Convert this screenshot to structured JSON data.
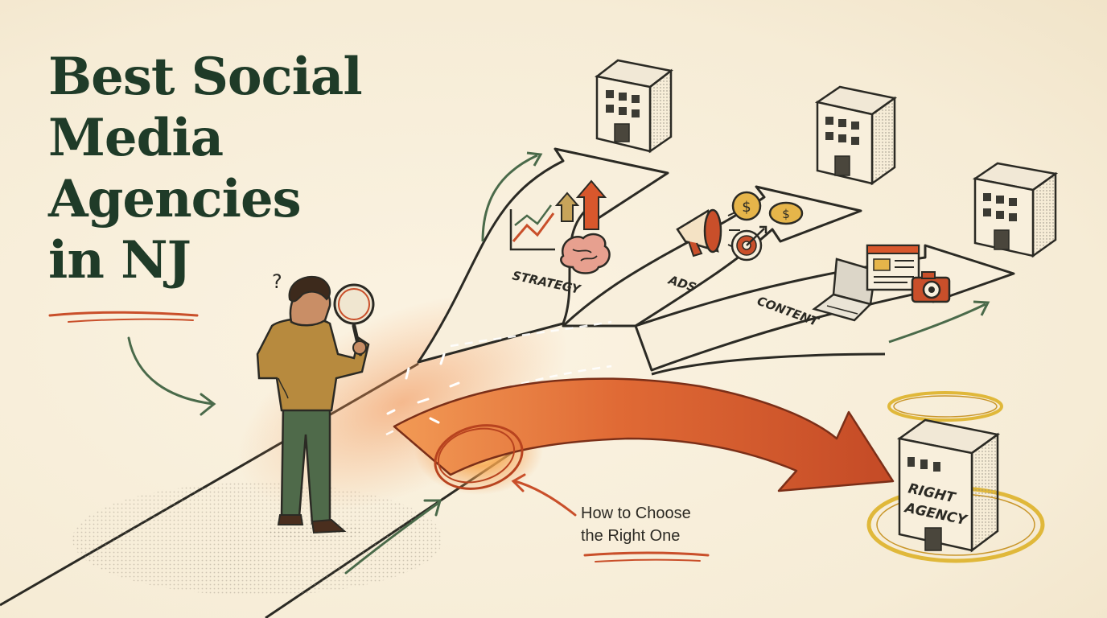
{
  "title": {
    "line1": "Best Social",
    "line2": "Media",
    "line3": "Agencies",
    "line4": "in NJ"
  },
  "paths": {
    "strategy": "STRATEGY",
    "ads": "ADS",
    "content": "CONTENT"
  },
  "destination": {
    "line1": "RIGHT",
    "line2": "AGENCY"
  },
  "caption": {
    "line1": "How to Choose",
    "line2": "the Right One"
  },
  "character": {
    "thought": "?"
  },
  "colors": {
    "title": "#1f3b28",
    "accent": "#c94f2a",
    "gold": "#e0b83a",
    "ink": "#2b2a24",
    "background": "#f8efdc"
  }
}
